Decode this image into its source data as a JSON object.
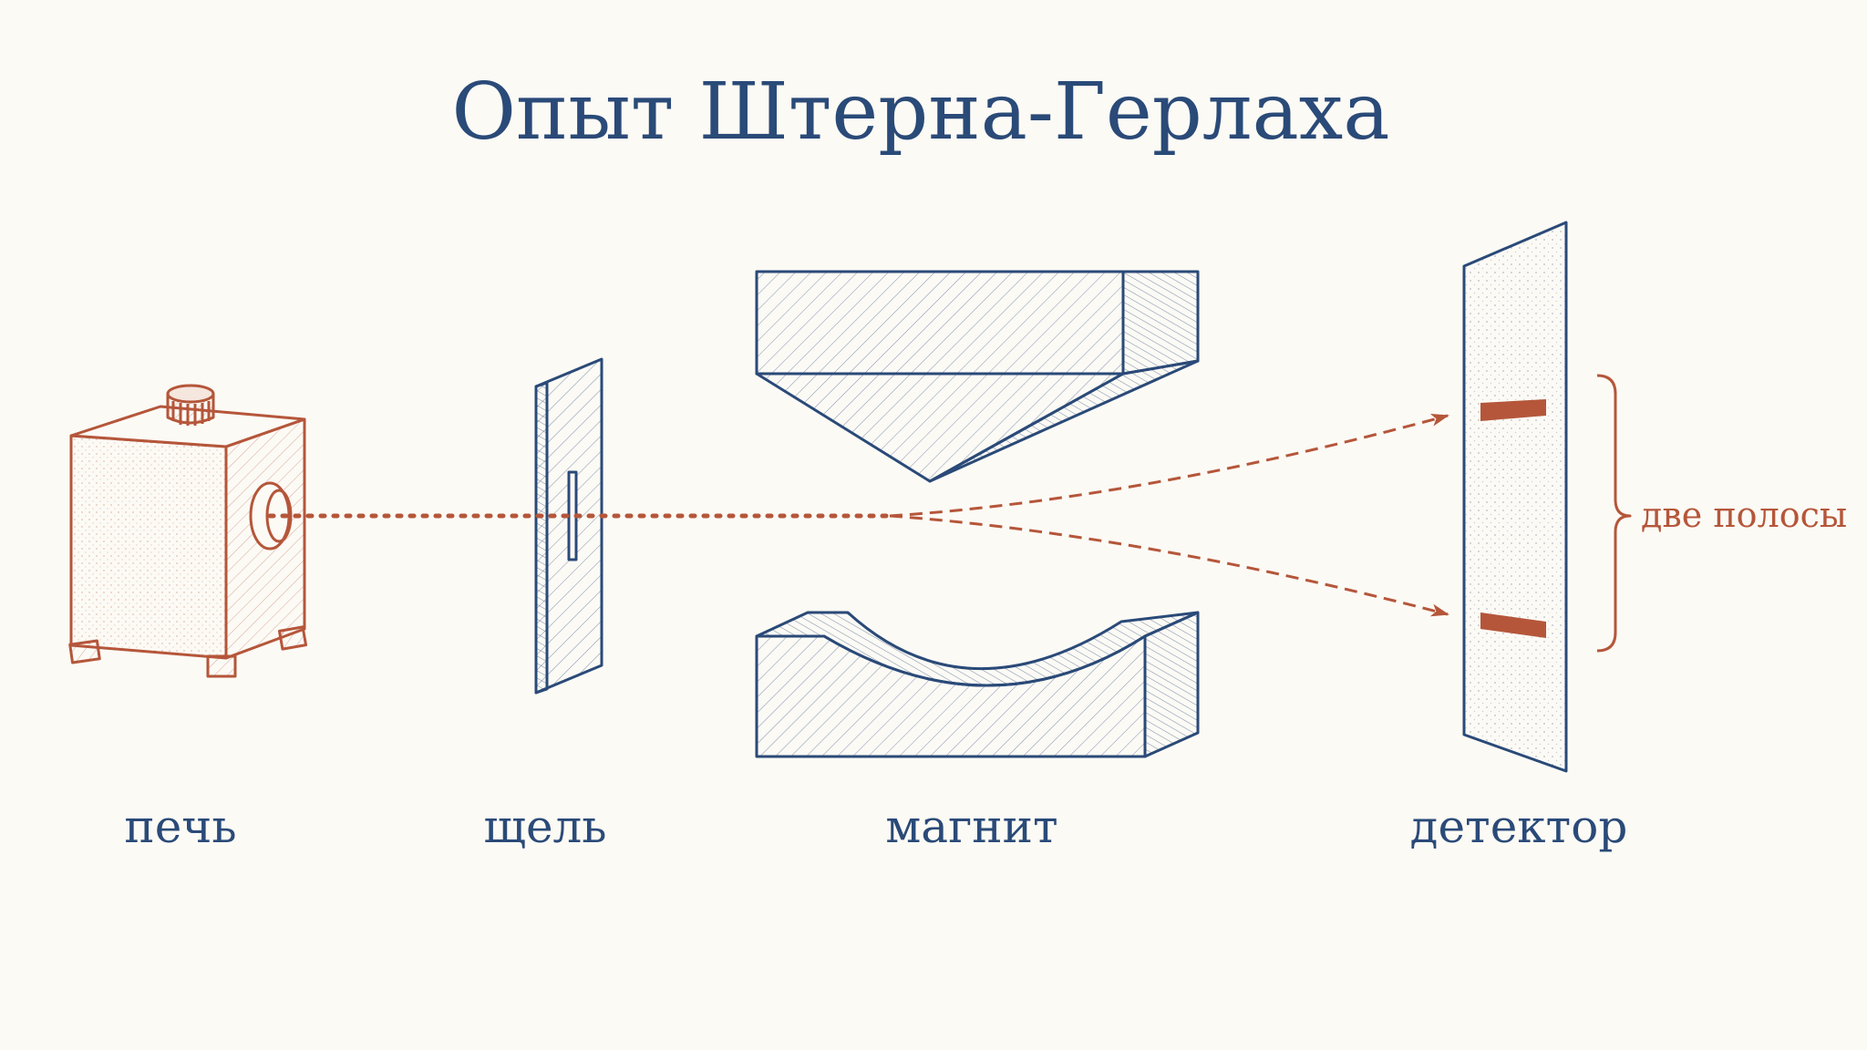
{
  "title": "Опыт Штерна-Герлаха",
  "components": {
    "oven": "печь",
    "slit": "щель",
    "magnet": "магнит",
    "detector": "детектор"
  },
  "annotation": "две полосы",
  "colors": {
    "ink_blue": "#2a4a78",
    "rust": "#b5563a",
    "background": "#fcfaf5"
  }
}
